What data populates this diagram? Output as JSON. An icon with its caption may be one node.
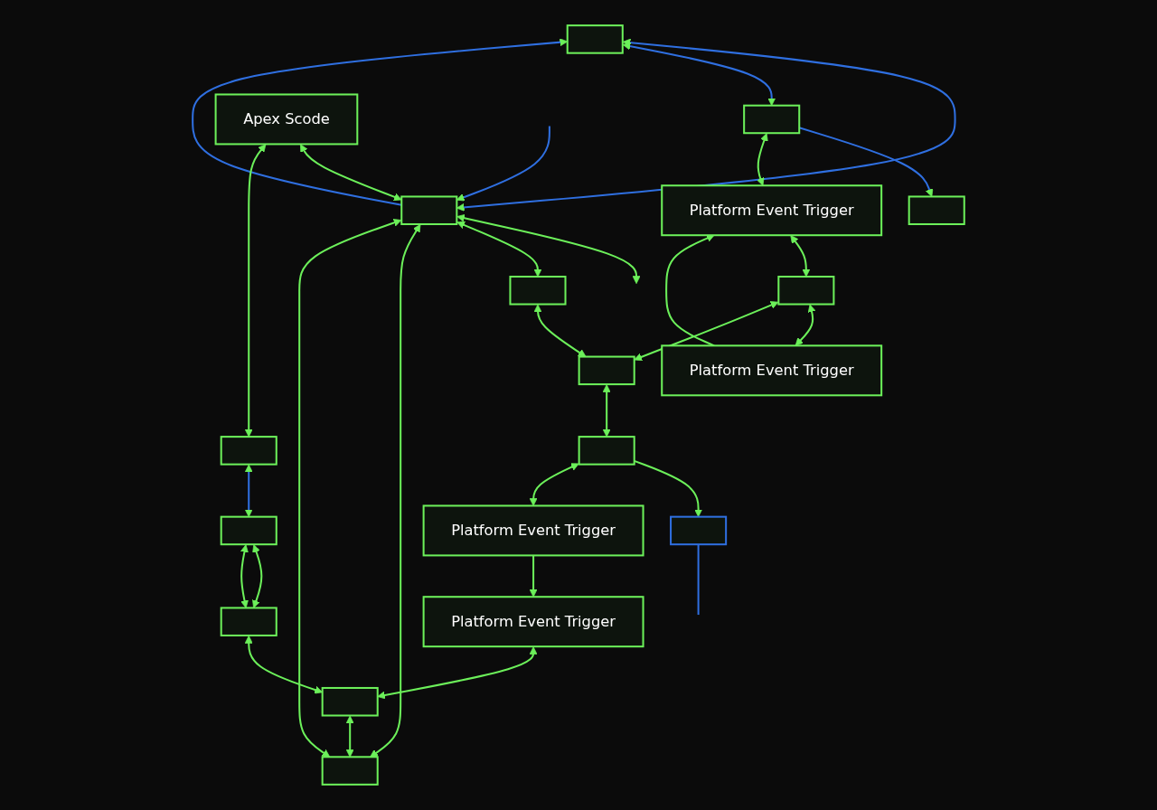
{
  "diagram": {
    "nodes": [
      {
        "text": [
          "Platform Event Trigger"
        ]
      },
      {
        "text": [],
        "shape": "box"
      },
      {
        "text": [],
        "shape": "box"
      },
      {
        "text": [],
        "shape": "box"
      },
      {
        "text": [
          "Platform Event Trigger"
        ]
      },
      {
        "text": [],
        "shape": "box"
      },
      {
        "text": [],
        "shape": "box"
      },
      {
        "text": [],
        "shape": "box"
      },
      {
        "text": [
          "Apex Scode"
        ]
      },
      {
        "text": [],
        "shape": "box"
      },
      {
        "text": [],
        "shape": "box"
      },
      {
        "text": [],
        "shape": "box"
      },
      {
        "text": [],
        "shape": "box"
      },
      {
        "text": [],
        "shape": "box"
      },
      {
        "text": [],
        "shape": "box"
      },
      {
        "text": [
          "Platform Event Trigger"
        ]
      },
      {
        "text": [],
        "shape": "box"
      },
      {
        "text": [],
        "shape": "box"
      },
      {
        "text": [
          "Platform Event Trigger"
        ]
      }
    ],
    "edges": [
      {
        "from": null,
        "to": 5,
        "arrow": "to",
        "color": "#2f6fe0"
      },
      {
        "from": 5,
        "to": 1,
        "arrow": "to",
        "color": "#2f6fe0"
      },
      {
        "from": 1,
        "to": 5,
        "arrow": "both",
        "color": "#2f6fe0"
      },
      {
        "from": 1,
        "to": 2,
        "arrow": "both",
        "color": "#2f6fe0"
      },
      {
        "from": 2,
        "to": 6,
        "arrow": "to",
        "color": "#2f6fe0"
      },
      {
        "from": 2,
        "to": 0,
        "arrow": "both"
      },
      {
        "from": 0,
        "to": 3,
        "arrow": "both"
      },
      {
        "from": 4,
        "to": 0,
        "arrow": "to"
      },
      {
        "from": 3,
        "to": 4,
        "arrow": "both"
      },
      {
        "from": 3,
        "to": 9,
        "arrow": "both"
      },
      {
        "from": 8,
        "to": 5,
        "arrow": "both"
      },
      {
        "from": 8,
        "to": 11,
        "arrow": "both"
      },
      {
        "from": 11,
        "to": 13,
        "arrow": "both",
        "color": "#2f6fe0"
      },
      {
        "from": 5,
        "to": null,
        "arrow": "both"
      },
      {
        "from": 5,
        "to": 7,
        "arrow": "both"
      },
      {
        "from": 5,
        "to": 12,
        "arrow": "both"
      },
      {
        "from": 5,
        "to": 12,
        "arrow": "both"
      },
      {
        "from": 7,
        "to": 9,
        "arrow": "both"
      },
      {
        "from": 9,
        "to": 14,
        "arrow": "both"
      },
      {
        "from": 14,
        "to": 10,
        "arrow": "to"
      },
      {
        "from": 10,
        "to": null,
        "arrow": "none",
        "color": "#2f6fe0"
      },
      {
        "from": 14,
        "to": 15,
        "arrow": "both"
      },
      {
        "from": 15,
        "to": 18,
        "arrow": "to"
      },
      {
        "from": 18,
        "to": 17,
        "arrow": "both"
      },
      {
        "from": 17,
        "to": 12,
        "arrow": "both"
      },
      {
        "from": 16,
        "to": 17,
        "arrow": "both"
      },
      {
        "from": 13,
        "to": 16,
        "arrow": "both"
      },
      {
        "from": 13,
        "to": 16,
        "arrow": "both"
      }
    ]
  }
}
